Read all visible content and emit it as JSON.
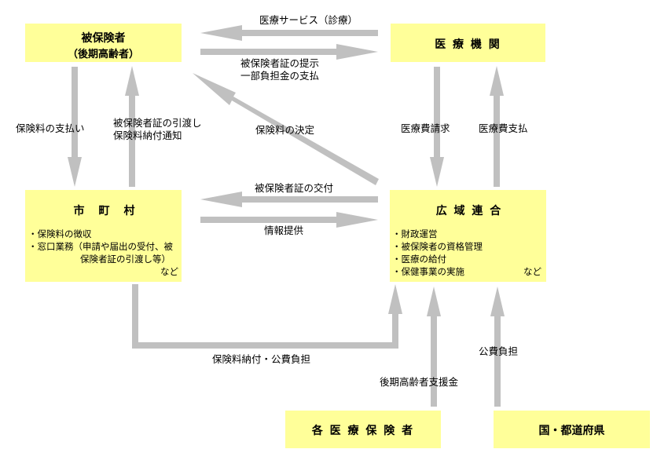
{
  "colors": {
    "box": "#ffff99",
    "arrow": "#c0c0c0"
  },
  "boxes": {
    "insured": {
      "title": "被保険者",
      "subtitle": "（後期高齢者）"
    },
    "medical": {
      "title": "医 療 機 関"
    },
    "municipality": {
      "title": "市　町　村",
      "items": [
        "・保険料の徴収",
        "・窓口業務（申請や届出の受付、被",
        "保険者証の引渡し等）"
      ],
      "etc": "など"
    },
    "union": {
      "title": "広 域 連 合",
      "items": [
        "・財政運営",
        "・被保険者の資格管理",
        "・医療の給付",
        "・保健事業の実施"
      ],
      "etc": "など"
    },
    "insurers": {
      "title": "各 医 療 保 険 者"
    },
    "government": {
      "title": "国・都道府県"
    }
  },
  "arrows": {
    "medical_service": "医療サービス（診療）",
    "present_card": "被保険者証の提示",
    "copay": "一部負担金の支払",
    "premium_payment": "保険料の支払い",
    "card_delivery": "被保険者証の引渡し",
    "payment_notice": "保険料納付通知",
    "premium_decision": "保険料の決定",
    "card_issue": "被保険者証の交付",
    "info": "情報提供",
    "claim": "医療費請求",
    "medical_payment": "医療費支払",
    "premium_transfer": "保険料納付・公費負担",
    "support": "後期高齢者支援金",
    "public_burden": "公費負担"
  }
}
